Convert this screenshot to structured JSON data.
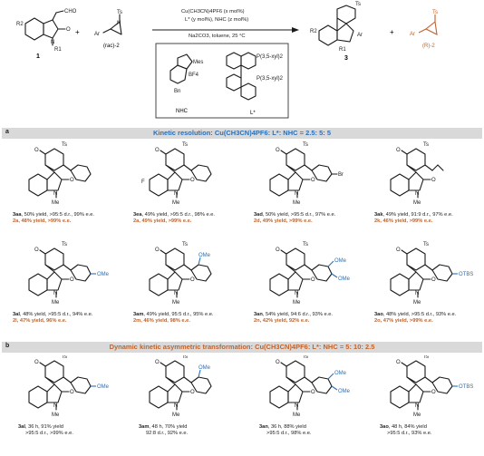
{
  "scheme": {
    "reagents_line1": "Cu(CH3CN)4PF6 (x mol%)",
    "reagents_line2": "L* (y mol%), NHC (z mol%)",
    "reagents_line3": "Na2CO3, toluene, 25 °C",
    "compound1": "1",
    "compound2": "(rac)-2",
    "compound3": "3",
    "compoundR2": "(R)-2",
    "plus": "+",
    "nhc_label": "NHC",
    "ligand_label": "L*",
    "mes": "Mes",
    "bf4": "BF4",
    "bn": "Bn",
    "ts": "Ts",
    "ar": "Ar",
    "xyl": "P(3,5-xyl)2",
    "cho": "CHO",
    "r1": "R1",
    "r2": "R2",
    "o": "O",
    "n": "N",
    "me": "Me"
  },
  "section_a": {
    "tag": "a",
    "title": "Kinetic resolution: Cu(CH3CN)4PF6: L*: NHC = 2.5: 5: 5",
    "entries": [
      {
        "id": "3aa",
        "line1": "50% yield, >95:5 d.r., 99% e.e.",
        "id2": "2a",
        "line2": "48% yield, >99% e.e.",
        "sub": "",
        "r5": ""
      },
      {
        "id": "3ea",
        "line1": "49% yield, >95:5 d.r., 98% e.e.",
        "id2": "2a",
        "line2": "49% yield, >99% e.e.",
        "sub": "",
        "r5": "F"
      },
      {
        "id": "3ad",
        "line1": "50% yield, >95:5 d.r., 97% e.e.",
        "id2": "2d",
        "line2": "49% yield, >99% e.e.",
        "sub": "Br",
        "r5": ""
      },
      {
        "id": "3ak",
        "line1": "49% yield, 91:9 d.r., 97% e.e.",
        "id2": "2k",
        "line2": "46% yield, >99% e.e.",
        "sub": "",
        "r5": ""
      },
      {
        "id": "3al",
        "line1": "48% yield, >95:5 d.r., 94% e.e.",
        "id2": "2l",
        "line2": "47% yield, 96% e.e.",
        "sub": "OMe",
        "r5": ""
      },
      {
        "id": "3am",
        "line1": "49% yield, 95:5 d.r., 95% e.e.",
        "id2": "2m",
        "line2": "46% yield, 98% e.e.",
        "sub": "OMe",
        "r5": ""
      },
      {
        "id": "3an",
        "line1": "54% yield, 94:6 d.r., 93% e.e.",
        "id2": "2n",
        "line2": "42% yield, 92% e.e.",
        "sub": "OMe",
        "r5": ""
      },
      {
        "id": "3ao",
        "line1": "48% yield, >95:5 d.r., 93% e.e.",
        "id2": "2o",
        "line2": "47% yield, >99% e.e.",
        "sub": "OTBS",
        "r5": ""
      }
    ]
  },
  "section_b": {
    "tag": "b",
    "title": "Dynamic kinetic asymmetric transformation: Cu(CH3CN)4PF6: L*: NHC = 5: 10: 2.5",
    "entries": [
      {
        "id": "3al",
        "line1": "36 h, 91% yield",
        "line2": ">95:5 d.r., >99% e.e.",
        "sub": "OMe"
      },
      {
        "id": "3am",
        "line1": "48 h, 70% yield",
        "line2": "92:8 d.r., 92% e.e.",
        "sub": "OMe"
      },
      {
        "id": "3an",
        "line1": "36 h, 88% yield",
        "line2": ">95:5 d.r., 98% e.e.",
        "sub": "OMe"
      },
      {
        "id": "3ao",
        "line1": "48 h, 84% yield",
        "line2": ">95:5 d.r., 93% e.e.",
        "sub": "OTBS"
      }
    ]
  },
  "colors": {
    "orange": "#c0622b",
    "blue": "#2b6fb7",
    "bar": "#d9d9d9"
  }
}
